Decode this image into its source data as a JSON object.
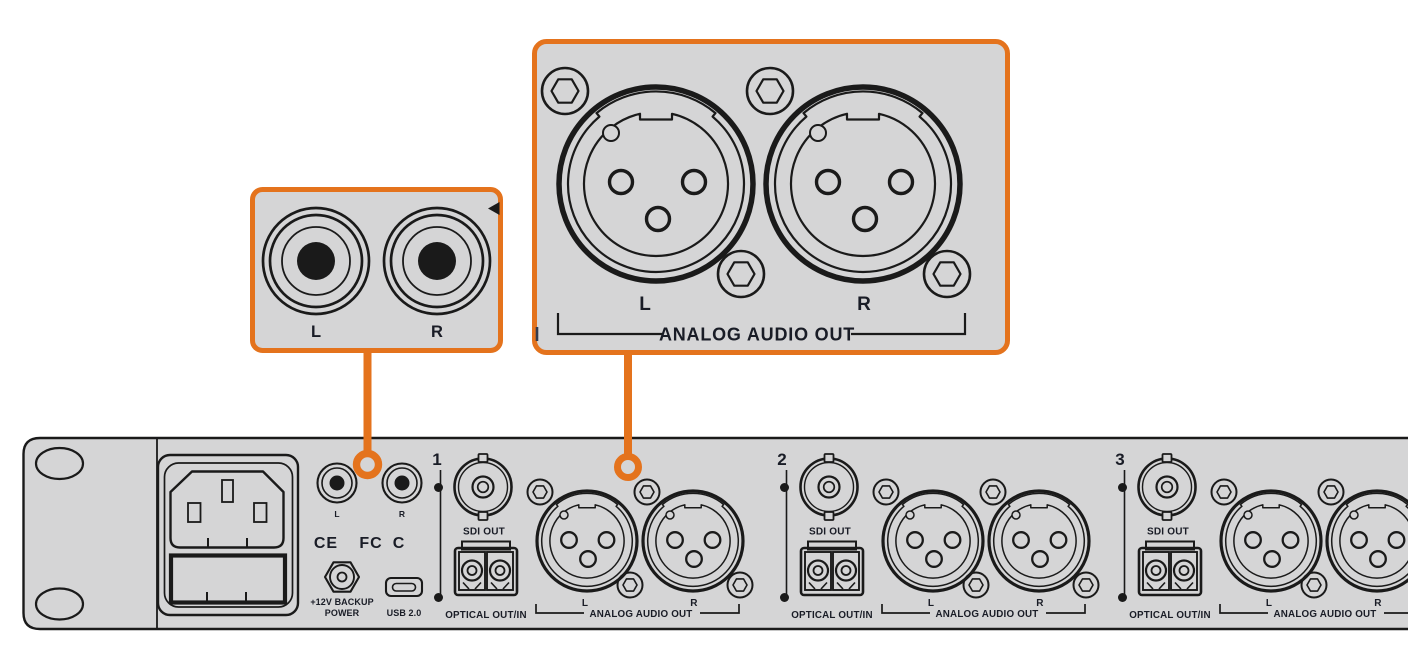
{
  "colors": {
    "accent": "#E4731D",
    "panel_gray": "#D5D5D6",
    "ink": "#1A1A1A",
    "label_dark": "#191C26"
  },
  "callouts": {
    "rca": {
      "left": "L",
      "right": "R"
    },
    "xlr": {
      "left": "L",
      "right": "R",
      "group": "ANALOG AUDIO OUT"
    }
  },
  "rear_panel": {
    "rca_left": "L",
    "rca_right": "R",
    "cert_ce": "CE",
    "cert_fcc": "FC",
    "cert_rcm": "C",
    "backup_line1": "+12V BACKUP",
    "backup_line2": "POWER",
    "usb": "USB 2.0",
    "sections": [
      {
        "number": "1",
        "sdi": "SDI OUT",
        "optical": "OPTICAL OUT/IN",
        "left": "L",
        "right": "R",
        "analog": "ANALOG AUDIO OUT"
      },
      {
        "number": "2",
        "sdi": "SDI OUT",
        "optical": "OPTICAL OUT/IN",
        "left": "L",
        "right": "R",
        "analog": "ANALOG AUDIO OUT"
      },
      {
        "number": "3",
        "sdi": "SDI OUT",
        "optical": "OPTICAL OUT/IN",
        "left": "L",
        "right": "R",
        "analog": "ANALOG AUDIO OUT"
      }
    ]
  }
}
